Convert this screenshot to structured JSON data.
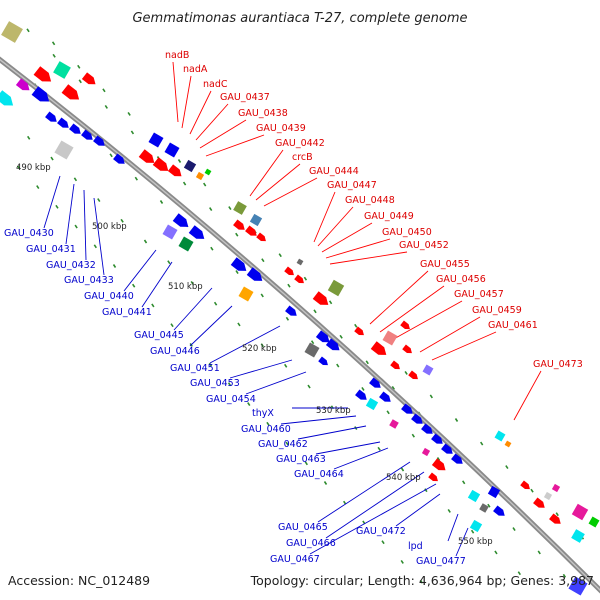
{
  "title": "Gemmatimonas aurantiaca T-27, complete genome",
  "footer": {
    "accession": "Accession: NC_012489",
    "topology": "Topology: circular; Length: 4,636,964 bp; Genes: 3,987"
  },
  "colors": {
    "backbone": "#8a8a8a",
    "tick": "#2e8b2e",
    "label_red": "#dd0000",
    "label_blue": "#0000cc",
    "gene_red": "#ff0000",
    "gene_blue": "#0000ee"
  },
  "scale_labels": [
    "490 kbp",
    "500 kbp",
    "510 kbp",
    "520 kbp",
    "530 kbp",
    "540 kbp",
    "550 kbp"
  ],
  "red_labels": [
    "nadB",
    "nadA",
    "nadC",
    "GAU_0437",
    "GAU_0438",
    "GAU_0439",
    "GAU_0442",
    "crcB",
    "GAU_0444",
    "GAU_0447",
    "GAU_0448",
    "GAU_0449",
    "GAU_0450",
    "GAU_0452",
    "GAU_0455",
    "GAU_0456",
    "GAU_0457",
    "GAU_0459",
    "GAU_0461",
    "GAU_0473"
  ],
  "blue_labels": [
    "GAU_0430",
    "GAU_0431",
    "GAU_0432",
    "GAU_0433",
    "GAU_0440",
    "GAU_0441",
    "GAU_0445",
    "GAU_0446",
    "GAU_0451",
    "GAU_0453",
    "GAU_0454",
    "thyX",
    "GAU_0460",
    "GAU_0462",
    "GAU_0463",
    "GAU_0464",
    "GAU_0465",
    "GAU_0466",
    "GAU_0467",
    "GAU_0472",
    "lpd",
    "GAU_0477"
  ]
}
